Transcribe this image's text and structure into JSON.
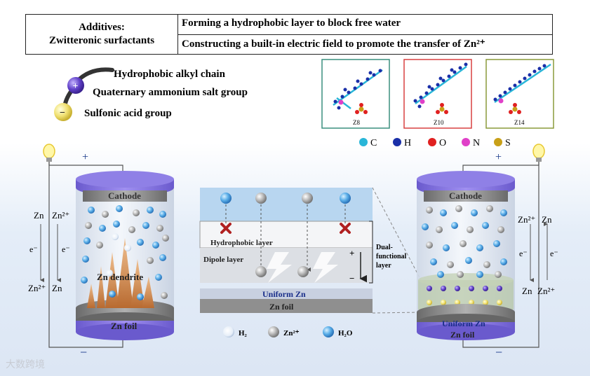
{
  "header": {
    "left_line1": "Additives:",
    "left_line2": "Zwitteronic surfactants",
    "row1": "Forming a hydrophobic layer to block free water",
    "row2": "Constructing a built-in electric field to promote the transfer of Zn²⁺"
  },
  "molecule_legend": {
    "plus_sign": "+",
    "minus_sign": "−",
    "alkyl_chain": "Hydrophobic alkyl chain",
    "ammonium": "Quaternary ammonium salt group",
    "sulfonic": "Sulfonic acid group"
  },
  "structures": [
    {
      "label": "Z8",
      "border_color": "#3a8f7e"
    },
    {
      "label": "Z10",
      "border_color": "#d84040"
    },
    {
      "label": "Z14",
      "border_color": "#8a9a3a"
    }
  ],
  "atoms": [
    {
      "symbol": "C",
      "color": "#29b6d8"
    },
    {
      "symbol": "H",
      "color": "#1a2fa8"
    },
    {
      "symbol": "O",
      "color": "#e02020"
    },
    {
      "symbol": "N",
      "color": "#e040c8"
    },
    {
      "symbol": "S",
      "color": "#c8a018"
    }
  ],
  "left_cell": {
    "plus": "+",
    "minus": "−",
    "zn_top_left": "Zn",
    "zn2_top_right": "Zn²⁺",
    "e_left": "e⁻",
    "e_right": "e⁻",
    "zn2_bottom_left": "Zn²⁺",
    "zn_bottom_right": "Zn",
    "cathode": "Cathode",
    "dendrite": "Zn dendrite",
    "foil": "Zn foil"
  },
  "right_cell": {
    "plus": "+",
    "minus": "−",
    "zn2_top_left": "Zn²⁺",
    "zn_top_right": "Zn",
    "e_left": "e⁻",
    "e_right": "e⁻",
    "zn_bottom_left": "Zn",
    "zn2_bottom_right": "Zn²⁺",
    "cathode": "Cathode",
    "uniform": "Uniform Zn",
    "foil": "Zn foil"
  },
  "center": {
    "hydrophobic_layer": "Hydrophobic layer",
    "dipole_layer": "Dipole layer",
    "dual_functional": [
      "Dual-",
      "functional",
      "layer"
    ],
    "plus": "+",
    "minus": "−",
    "uniform_zn": "Uniform Zn",
    "zn_foil": "Zn foil"
  },
  "bottom_legend": {
    "h2": "H₂",
    "zn2": "Zn²⁺",
    "h2o": "H₂O"
  },
  "watermark": "大数跨境"
}
